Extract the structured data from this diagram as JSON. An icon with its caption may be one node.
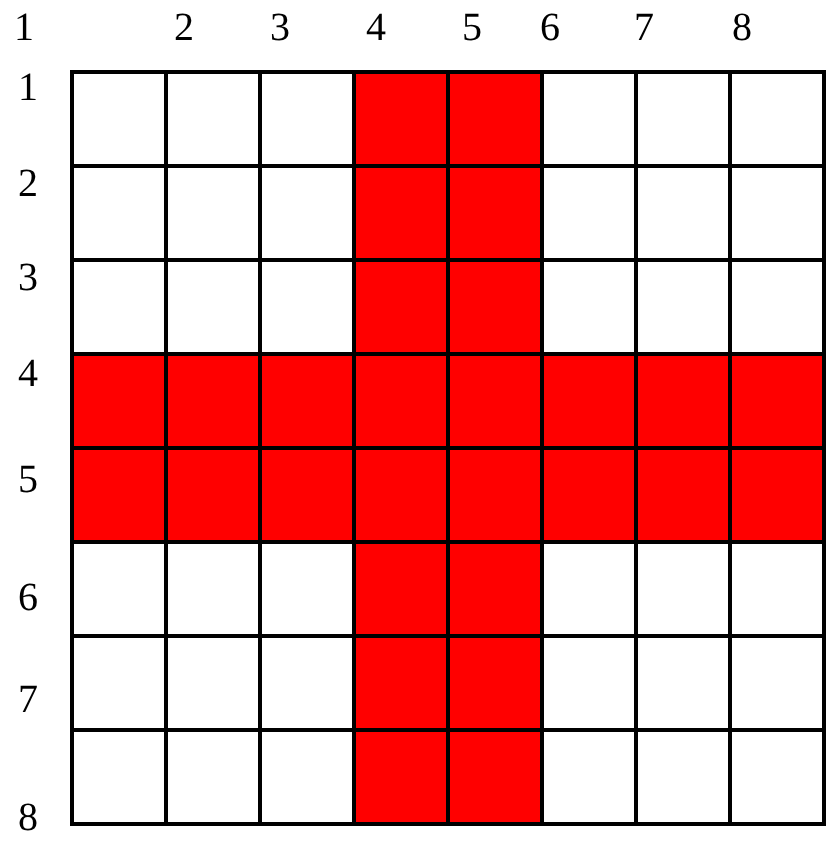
{
  "diagram": {
    "labels": [
      "1",
      "2",
      "3",
      "4",
      "5",
      "6",
      "7",
      "8",
      "1",
      "2",
      "3",
      "4",
      "5",
      "6",
      "7",
      "8"
    ]
  }
}
